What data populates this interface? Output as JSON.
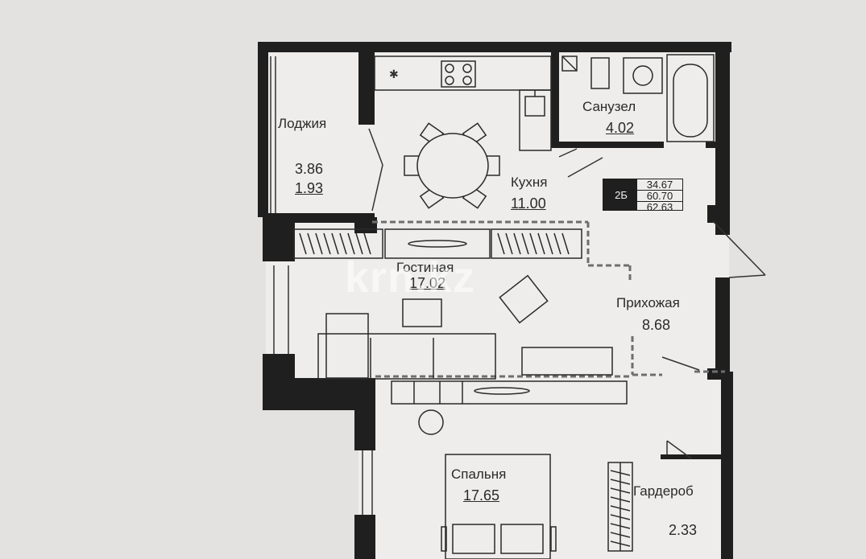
{
  "rooms": {
    "loggia": {
      "name": "Лоджия",
      "area": "3.86",
      "area2": "1.93"
    },
    "kitchen": {
      "name": "Кухня",
      "area": "11.00"
    },
    "bathroom": {
      "name": "Санузел",
      "area": "4.02"
    },
    "living": {
      "name": "Гостиная",
      "area": "17.02"
    },
    "hall": {
      "name": "Прихожая",
      "area": "8.68"
    },
    "bedroom": {
      "name": "Спальня",
      "area": "17.65"
    },
    "wardrobe": {
      "name": "Гардероб",
      "area": "2.33"
    }
  },
  "apartment": {
    "type": "2Б",
    "areas": [
      "34.67",
      "60.70",
      "62.63"
    ]
  },
  "watermark": "krn.kz",
  "colors": {
    "wall": "#1f1f1f",
    "paper": "#e4e2e0",
    "floor": "#eeedeb",
    "dash": "#6e6e6e"
  }
}
